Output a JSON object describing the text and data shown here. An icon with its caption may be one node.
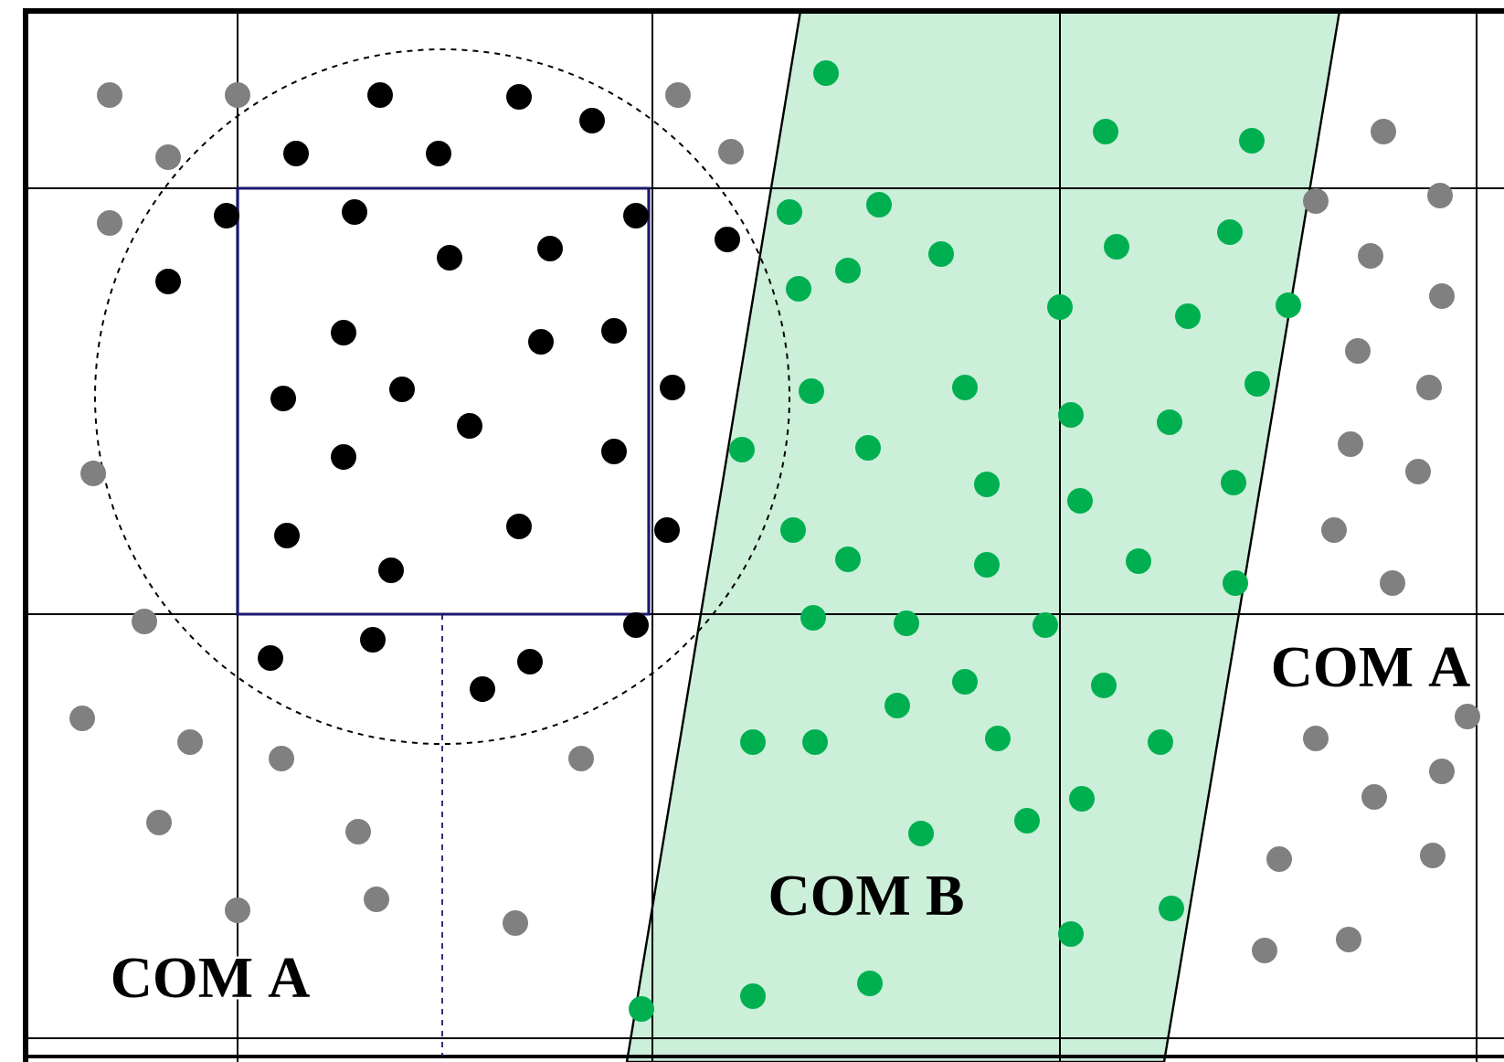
{
  "diagram": {
    "labels": [
      "COM A",
      "COM B",
      "COM A"
    ]
  }
}
